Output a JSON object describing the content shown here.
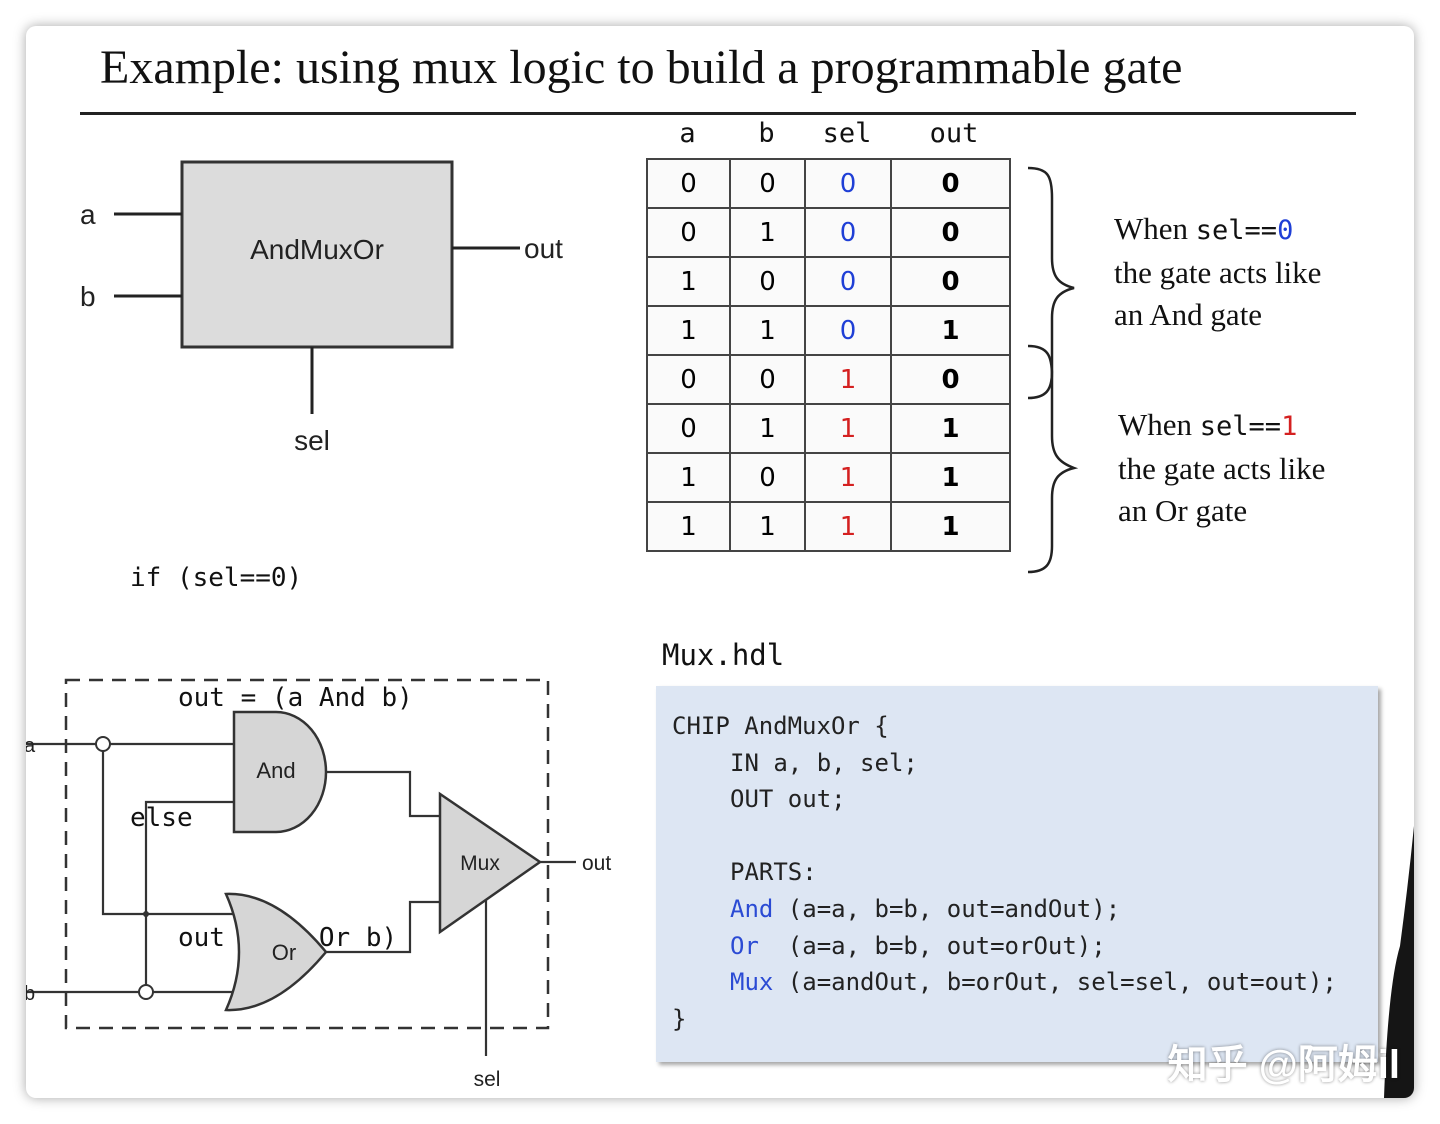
{
  "title": "Example: using mux logic to build a programmable gate",
  "block": {
    "name": "AndMuxOr",
    "input_a": "a",
    "input_b": "b",
    "output": "out",
    "select": "sel"
  },
  "pseudocode": {
    "line1": "if (sel==0)",
    "line2": "out = (a And b)",
    "line3": "else",
    "line4": "out = (a Or b)"
  },
  "truth_table": {
    "headers": [
      "a",
      "b",
      "sel",
      "out"
    ],
    "rows": [
      [
        "0",
        "0",
        "0",
        "0"
      ],
      [
        "0",
        "1",
        "0",
        "0"
      ],
      [
        "1",
        "0",
        "0",
        "0"
      ],
      [
        "1",
        "1",
        "0",
        "1"
      ],
      [
        "0",
        "0",
        "1",
        "0"
      ],
      [
        "0",
        "1",
        "1",
        "1"
      ],
      [
        "1",
        "0",
        "1",
        "1"
      ],
      [
        "1",
        "1",
        "1",
        "1"
      ]
    ]
  },
  "notes": {
    "sel0": {
      "when": "When ",
      "expr": "sel==",
      "value": "0",
      "line2": "the gate acts like",
      "line3": "an And gate"
    },
    "sel1": {
      "when": "When ",
      "expr": "sel==",
      "value": "1",
      "line2": "the gate acts like",
      "line3": "an Or gate"
    }
  },
  "circuit": {
    "in_a": "a",
    "in_b": "b",
    "and_gate": "And",
    "or_gate": "Or",
    "mux": "Mux",
    "out": "out",
    "sel": "sel"
  },
  "hdl": {
    "filename": "Mux.hdl",
    "line_chip": "CHIP AndMuxOr {",
    "line_in": "IN a, b, sel;",
    "line_out": "OUT out;",
    "line_parts": "PARTS:",
    "and_kw": "And",
    "and_args": " (a=a, b=b, out=andOut);",
    "or_kw": "Or",
    "or_args": "  (a=a, b=b, out=orOut);",
    "mux_kw": "Mux",
    "mux_args": " (a=andOut, b=orOut, sel=sel, out=out);",
    "line_close": "}"
  },
  "watermark": "知乎 @阿姆il",
  "colors": {
    "sel0": "#1f3fd6",
    "sel1": "#d42020",
    "hdl_bg": "#dde6f3",
    "gate_fill": "#d6d6d6"
  }
}
